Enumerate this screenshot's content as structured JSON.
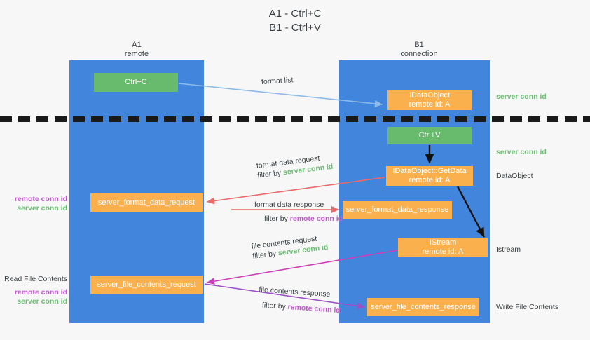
{
  "title": {
    "line1": "A1 - Ctrl+C",
    "line2": "B1 - Ctrl+V"
  },
  "columns": [
    {
      "name": "A1",
      "sub": "remote"
    },
    {
      "name": "B1",
      "sub": "connection"
    }
  ],
  "nodes": {
    "ctrl_c": "Ctrl+C",
    "ctrl_v": "Ctrl+V",
    "idataobject": "IDataObject\nremote id: A",
    "idataobject_line1": "IDataObject",
    "idataobject_line2": "remote id: A",
    "getdata_line1": "IDataObject::GetData",
    "getdata_line2": "remote id: A",
    "istream_line1": "IStream",
    "istream_line2": "remote id: A",
    "server_format_data_request": "server_format_data_request",
    "server_format_data_response": "server_format_data_response",
    "server_file_contents_request": "server_file_contents_request",
    "server_file_contents_response": "server_file_contents_response"
  },
  "edge_labels": {
    "format_list": "format list",
    "format_data_request": "format data request",
    "format_data_response": "format data response",
    "file_contents_request": "file contents request",
    "file_contents_response": "file contents response",
    "filter_by": "filter by",
    "server_conn_id": "server conn id",
    "remote_conn_id": "remote conn id"
  },
  "right_labels": {
    "server_conn_id_top": "server conn id",
    "server_conn_id_second": "server conn id",
    "data_object": "DataObject",
    "istream": "Istream",
    "write_file_contents": "Write File Contents"
  },
  "left_labels": {
    "remote_conn_id": "remote conn id",
    "server_conn_id": "server conn id",
    "read_file_contents": "Read File Contents",
    "remote_conn_id_2": "remote conn id",
    "server_conn_id_2": "server conn id"
  },
  "colors": {
    "lane": "#4285dc",
    "green_node": "#68bb6c",
    "orange_node": "#fbb04e",
    "server_conn_id": "#6cbf73",
    "remote_conn_id": "#c45ad0",
    "arrow_light_blue": "#8bbbe8",
    "arrow_red": "#ea6a6a",
    "arrow_magenta": "#cc3fb8",
    "arrow_purple": "#9b52c9",
    "arrow_black": "#111111",
    "background": "#f7f7f7",
    "text": "#3c4043"
  }
}
